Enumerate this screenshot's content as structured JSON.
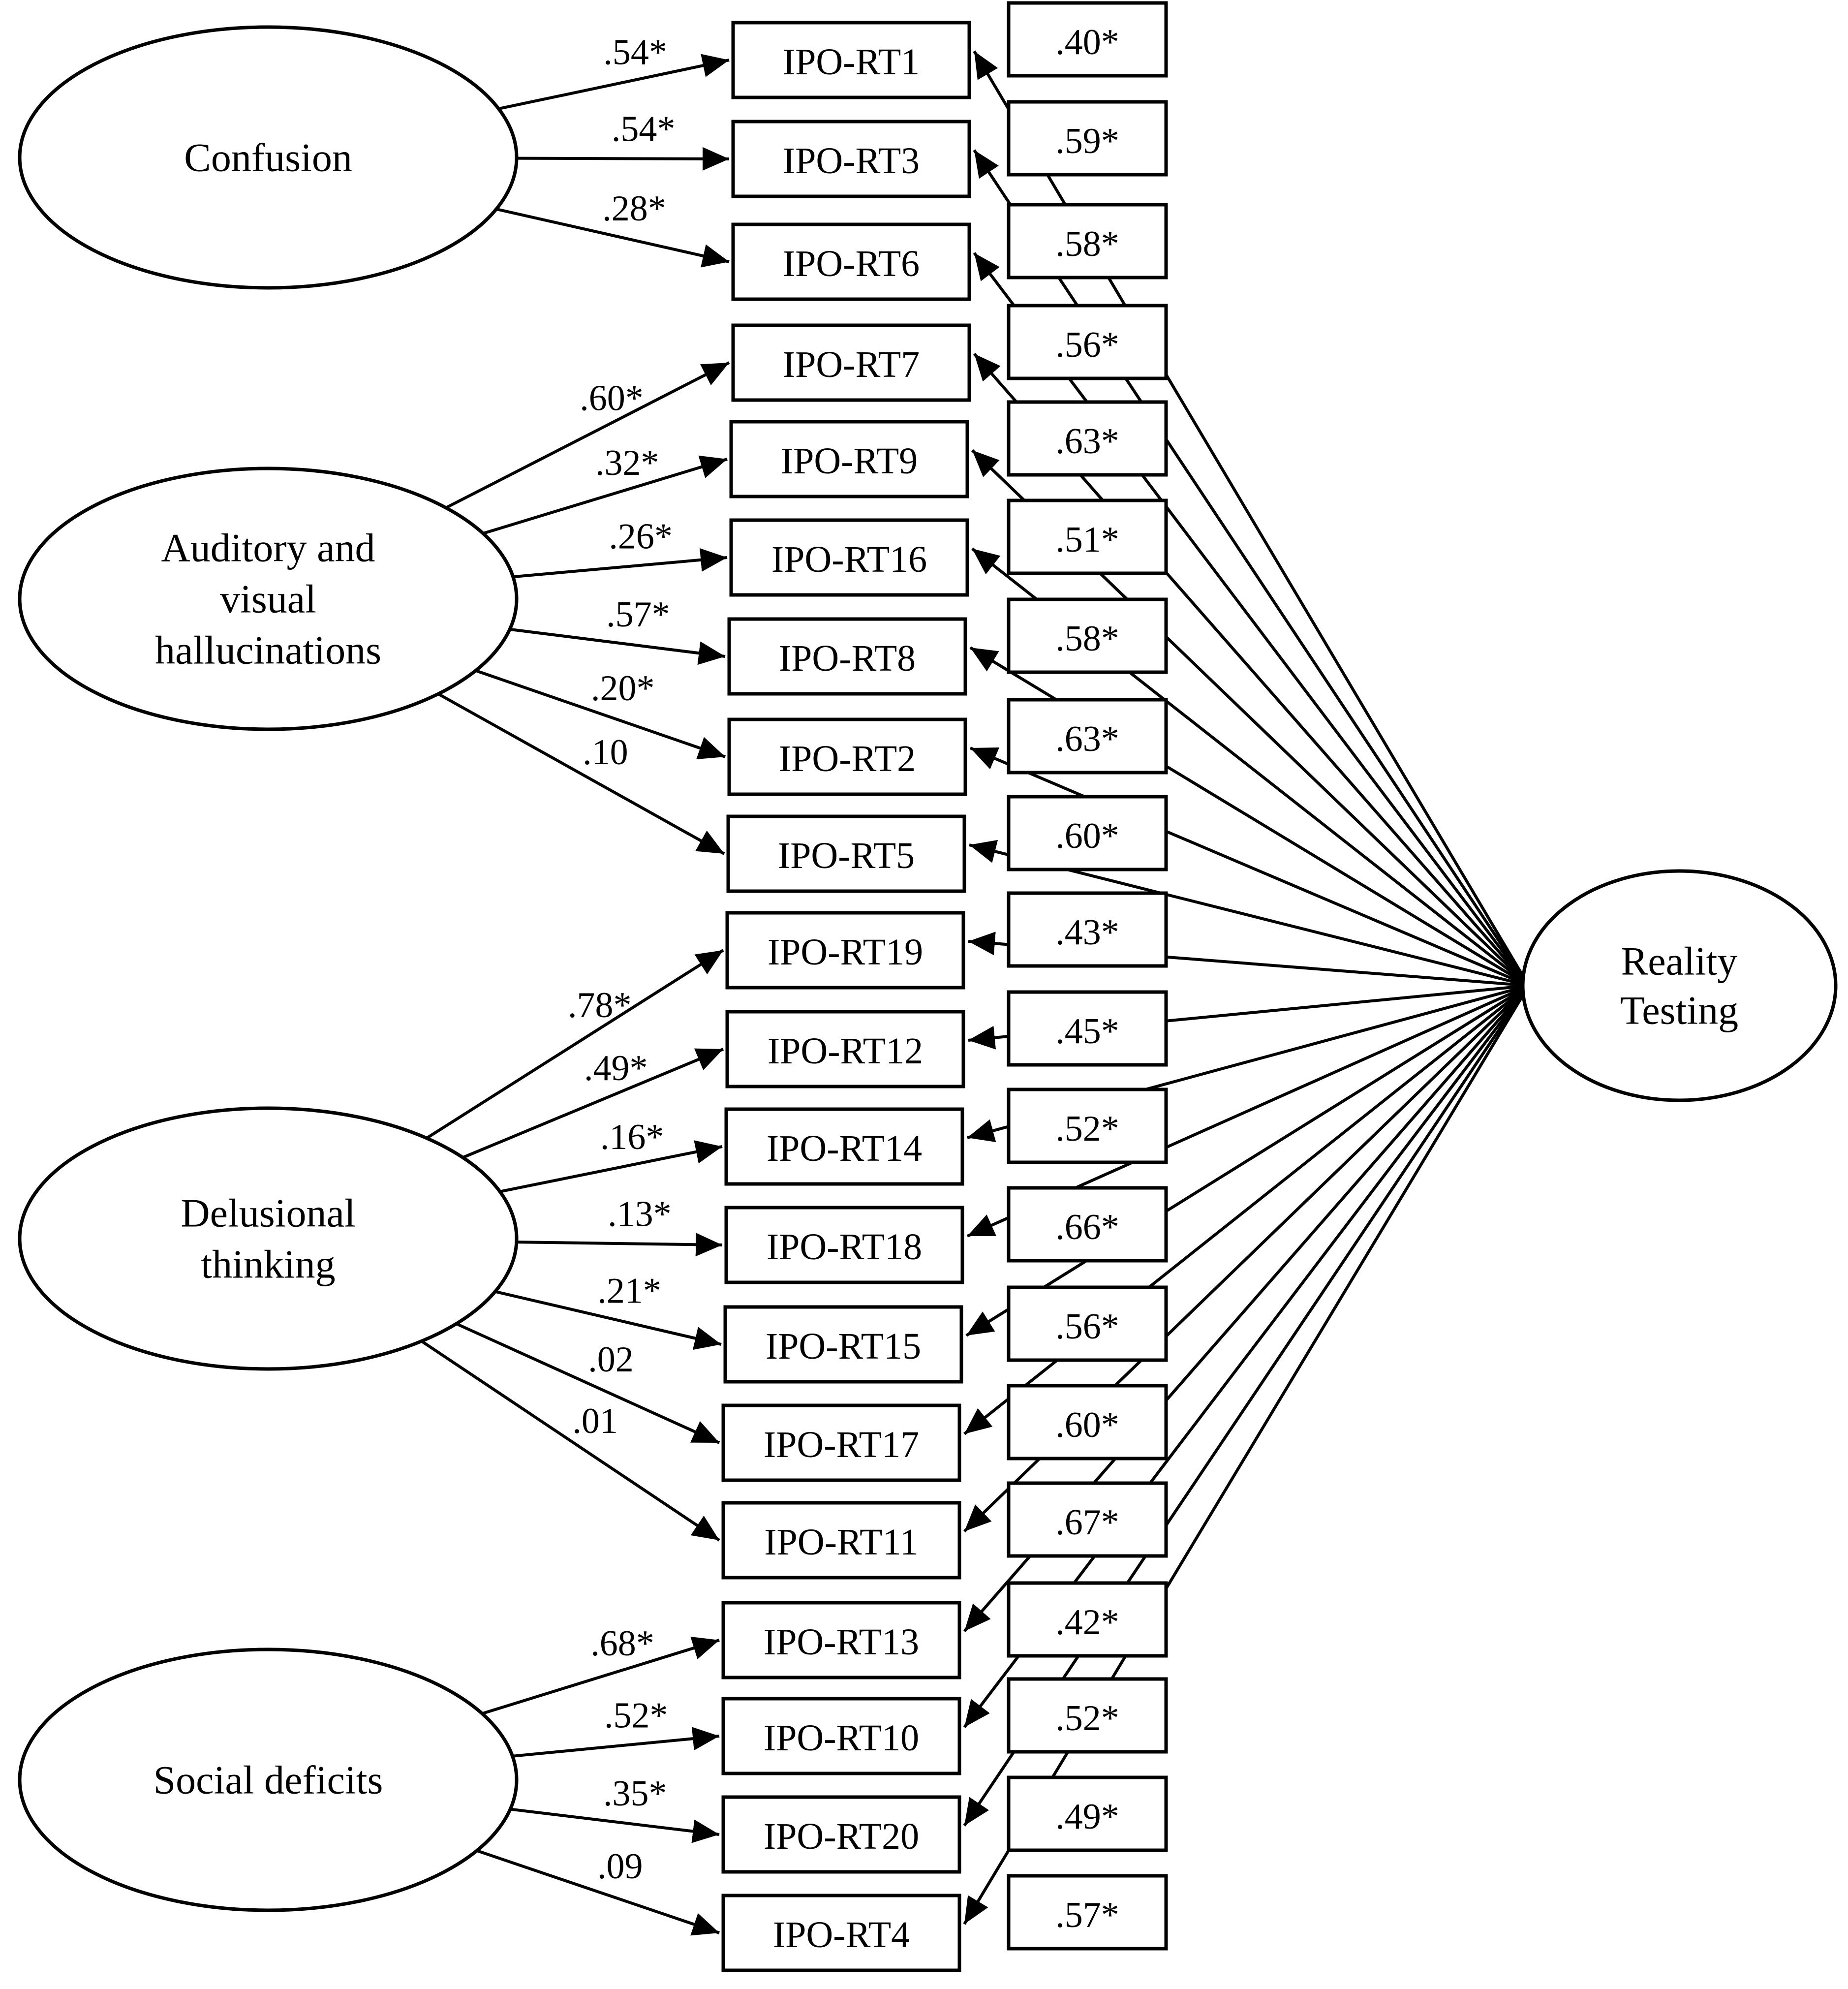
{
  "factors": [
    {
      "id": "confusion",
      "label_lines": [
        "Confusion"
      ]
    },
    {
      "id": "hallucinations",
      "label_lines": [
        "Auditory and",
        "visual",
        "hallucinations"
      ]
    },
    {
      "id": "delusional",
      "label_lines": [
        "Delusional",
        "thinking"
      ]
    },
    {
      "id": "social",
      "label_lines": [
        "Social deficits"
      ]
    }
  ],
  "general_factor": {
    "id": "reality",
    "label_lines": [
      "Reality",
      "Testing"
    ]
  },
  "items": [
    {
      "label": "IPO-RT1",
      "factor": "confusion",
      "specific_loading": ".54*",
      "general_loading": ".40*"
    },
    {
      "label": "IPO-RT3",
      "factor": "confusion",
      "specific_loading": ".54*",
      "general_loading": ".59*"
    },
    {
      "label": "IPO-RT6",
      "factor": "confusion",
      "specific_loading": ".28*",
      "general_loading": ".58*"
    },
    {
      "label": "IPO-RT7",
      "factor": "hallucinations",
      "specific_loading": ".60*",
      "general_loading": ".56*"
    },
    {
      "label": "IPO-RT9",
      "factor": "hallucinations",
      "specific_loading": ".32*",
      "general_loading": ".63*"
    },
    {
      "label": "IPO-RT16",
      "factor": "hallucinations",
      "specific_loading": ".26*",
      "general_loading": ".51*"
    },
    {
      "label": "IPO-RT8",
      "factor": "hallucinations",
      "specific_loading": ".57*",
      "general_loading": ".58*"
    },
    {
      "label": "IPO-RT2",
      "factor": "hallucinations",
      "specific_loading": ".20*",
      "general_loading": ".63*"
    },
    {
      "label": "IPO-RT5",
      "factor": "hallucinations",
      "specific_loading": ".10",
      "general_loading": ".60*"
    },
    {
      "label": "IPO-RT19",
      "factor": "delusional",
      "specific_loading": ".78*",
      "general_loading": ".43*"
    },
    {
      "label": "IPO-RT12",
      "factor": "delusional",
      "specific_loading": ".49*",
      "general_loading": ".45*"
    },
    {
      "label": "IPO-RT14",
      "factor": "delusional",
      "specific_loading": ".16*",
      "general_loading": ".52*"
    },
    {
      "label": "IPO-RT18",
      "factor": "delusional",
      "specific_loading": ".13*",
      "general_loading": ".66*"
    },
    {
      "label": "IPO-RT15",
      "factor": "delusional",
      "specific_loading": ".21*",
      "general_loading": ".56*"
    },
    {
      "label": "IPO-RT17",
      "factor": "delusional",
      "specific_loading": ".02",
      "general_loading": ".60*"
    },
    {
      "label": "IPO-RT11",
      "factor": "delusional",
      "specific_loading": ".01",
      "general_loading": ".67*"
    },
    {
      "label": "IPO-RT13",
      "factor": "social",
      "specific_loading": ".68*",
      "general_loading": ".42*"
    },
    {
      "label": "IPO-RT10",
      "factor": "social",
      "specific_loading": ".52*",
      "general_loading": ".52*"
    },
    {
      "label": "IPO-RT20",
      "factor": "social",
      "specific_loading": ".35*",
      "general_loading": ".49*"
    },
    {
      "label": "IPO-RT4",
      "factor": "social",
      "specific_loading": ".09",
      "general_loading": ".57*"
    }
  ]
}
